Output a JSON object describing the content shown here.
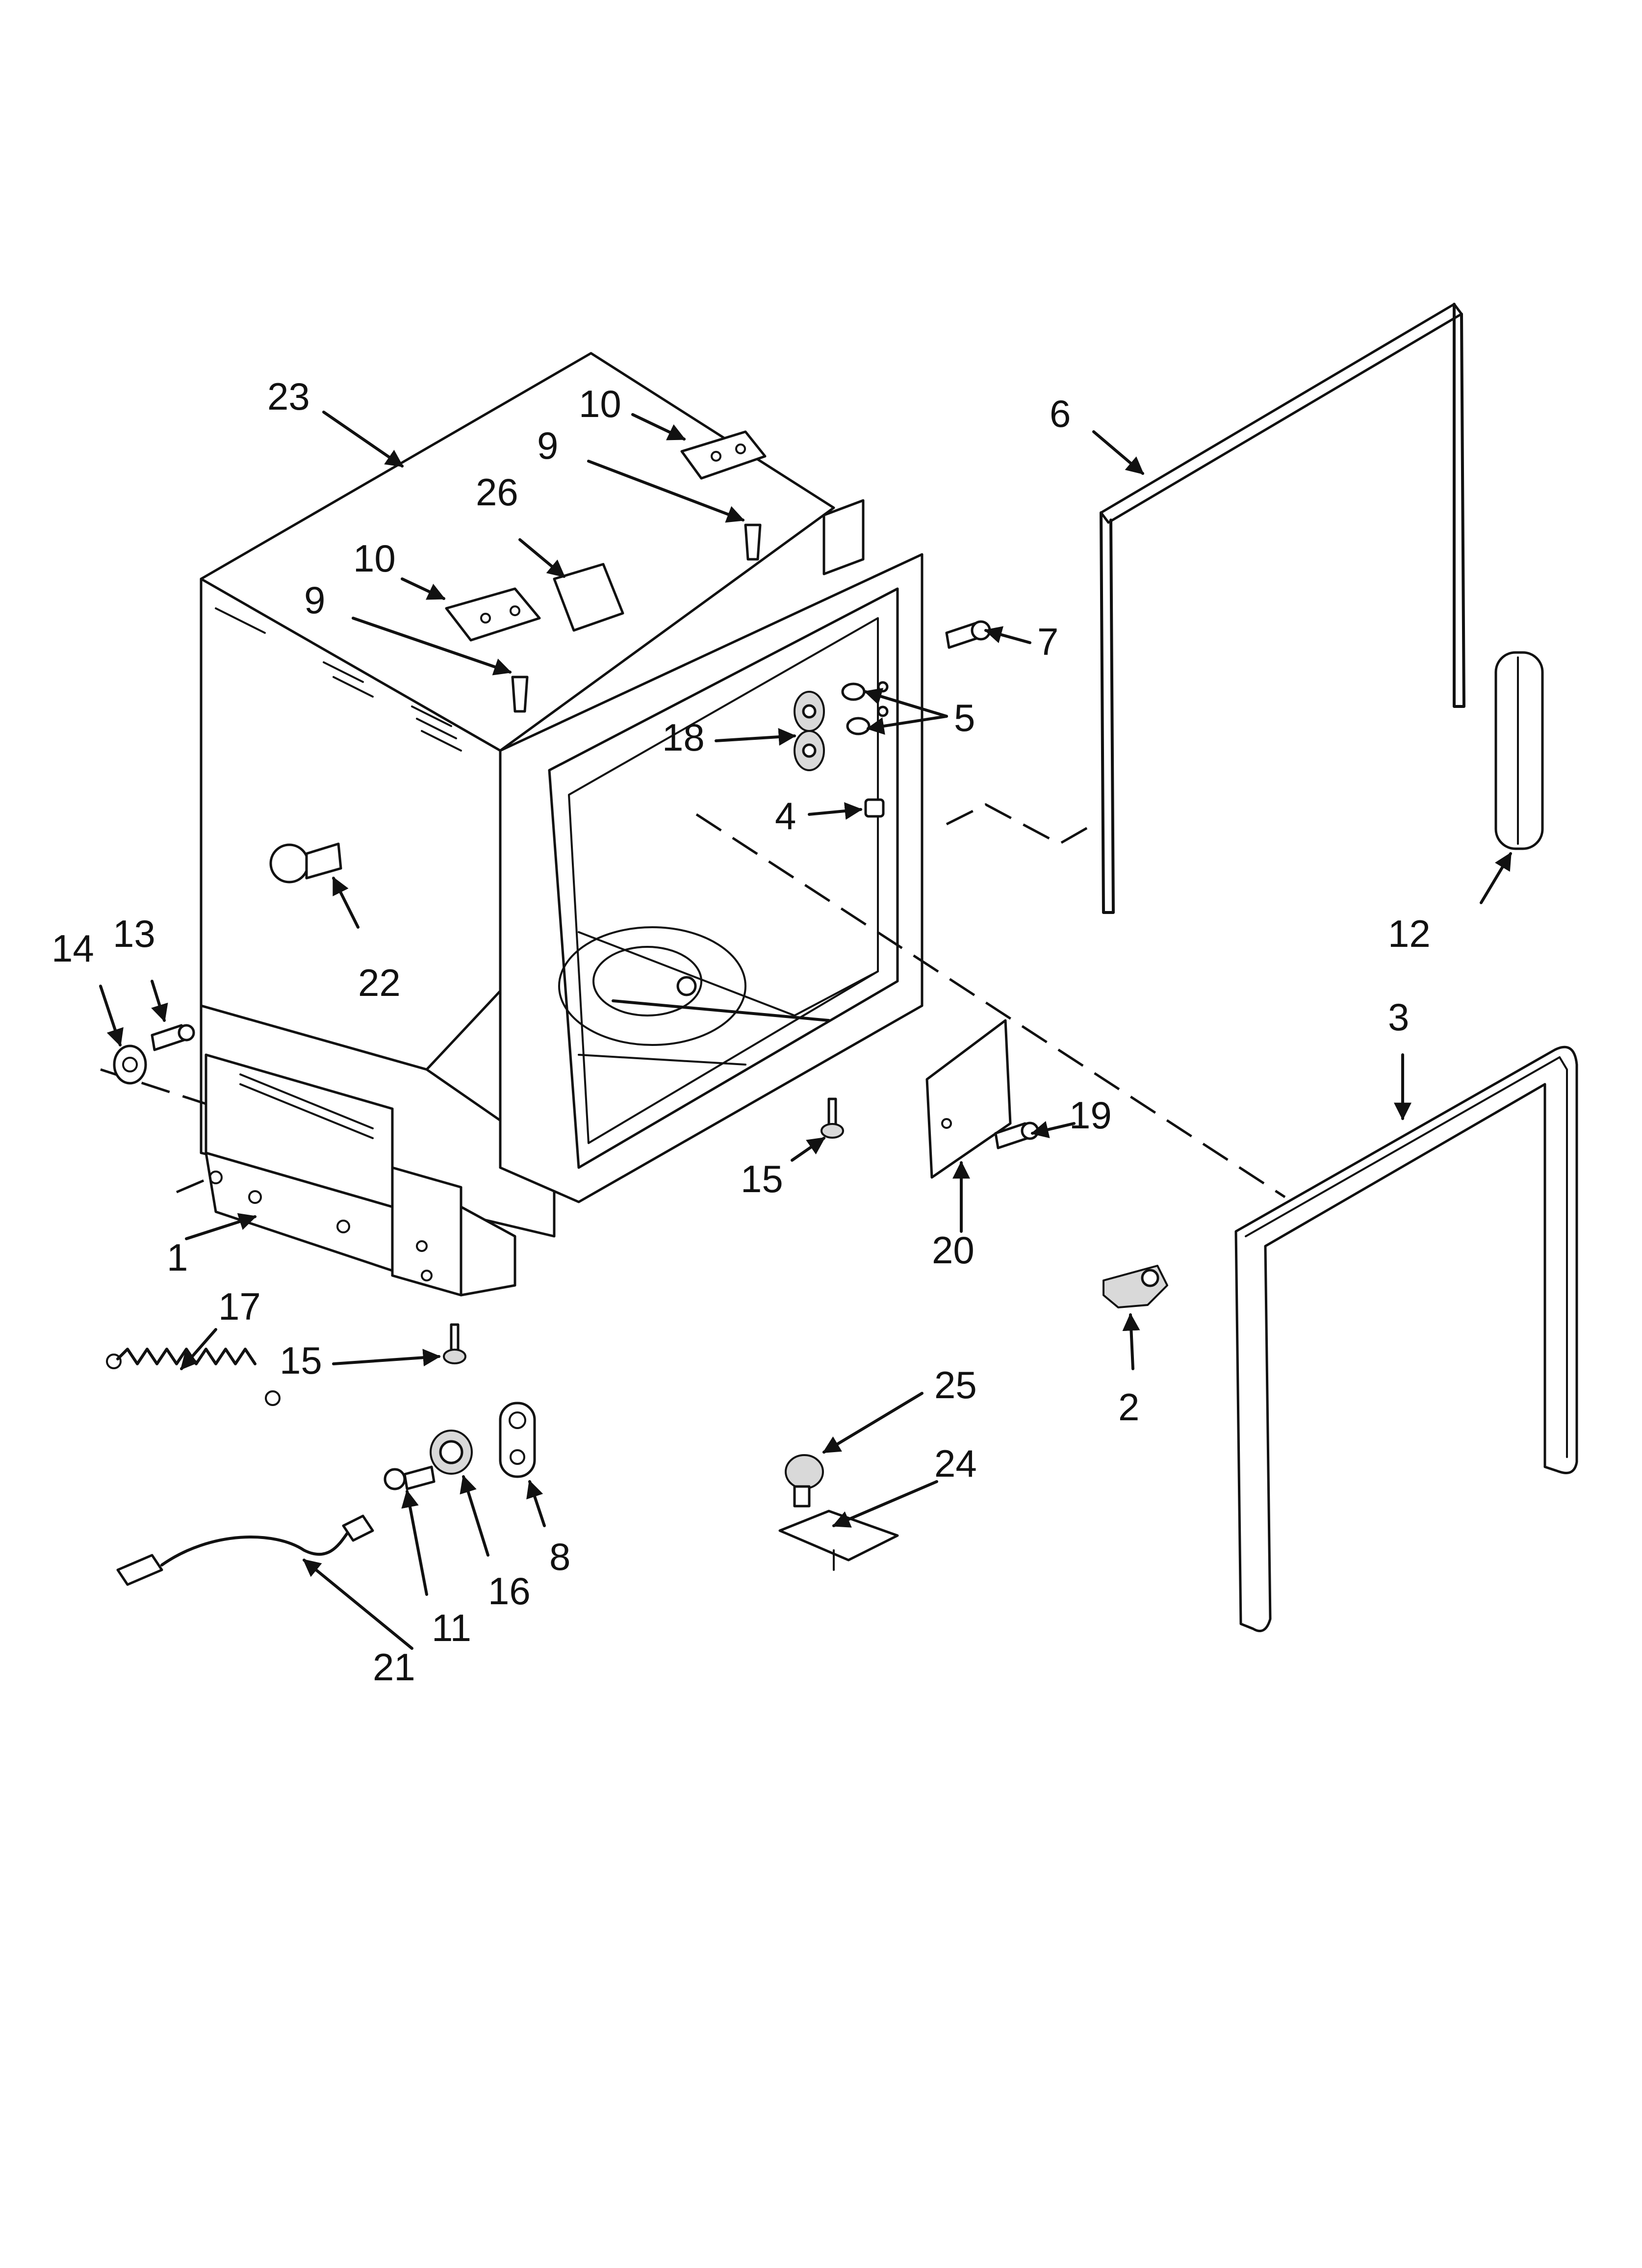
{
  "diagram": {
    "callouts": [
      {
        "id": "c1",
        "label": "1"
      },
      {
        "id": "c2",
        "label": "2"
      },
      {
        "id": "c3",
        "label": "3"
      },
      {
        "id": "c4",
        "label": "4"
      },
      {
        "id": "c5",
        "label": "5"
      },
      {
        "id": "c6",
        "label": "6"
      },
      {
        "id": "c7",
        "label": "7"
      },
      {
        "id": "c8",
        "label": "8"
      },
      {
        "id": "c9a",
        "label": "9"
      },
      {
        "id": "c9b",
        "label": "9"
      },
      {
        "id": "c10a",
        "label": "10"
      },
      {
        "id": "c10b",
        "label": "10"
      },
      {
        "id": "c11",
        "label": "11"
      },
      {
        "id": "c12",
        "label": "12"
      },
      {
        "id": "c13",
        "label": "13"
      },
      {
        "id": "c14",
        "label": "14"
      },
      {
        "id": "c15a",
        "label": "15"
      },
      {
        "id": "c15b",
        "label": "15"
      },
      {
        "id": "c16",
        "label": "16"
      },
      {
        "id": "c17",
        "label": "17"
      },
      {
        "id": "c18",
        "label": "18"
      },
      {
        "id": "c19",
        "label": "19"
      },
      {
        "id": "c20",
        "label": "20"
      },
      {
        "id": "c21",
        "label": "21"
      },
      {
        "id": "c22",
        "label": "22"
      },
      {
        "id": "c23",
        "label": "23"
      },
      {
        "id": "c24",
        "label": "24"
      },
      {
        "id": "c25",
        "label": "25"
      },
      {
        "id": "c26",
        "label": "26"
      }
    ]
  },
  "colors": {
    "line": "#111111",
    "background": "#ffffff",
    "part_fill": "#d9d9d9"
  }
}
